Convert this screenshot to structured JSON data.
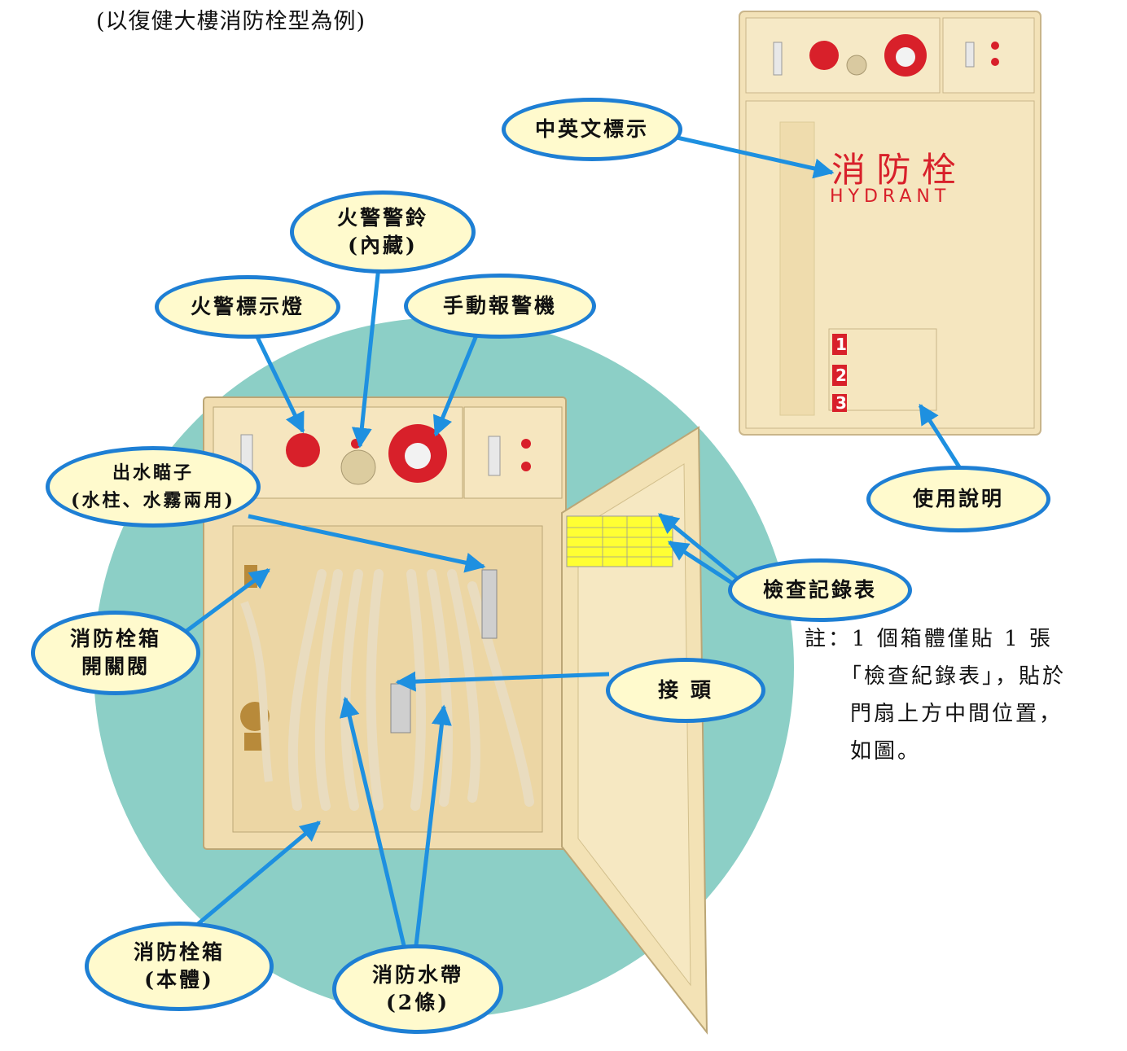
{
  "header": {
    "title": "(以復健大樓消防栓型為例)"
  },
  "callouts": {
    "chinese_english_sign": "中英文標示",
    "fire_bell": {
      "line1": "火警警鈴",
      "line2": "(內藏)"
    },
    "fire_indicator_light": "火警標示燈",
    "manual_alarm": "手動報警機",
    "nozzle": {
      "line1": "出水瞄子",
      "line2": "(水柱、水霧兩用)"
    },
    "cabinet_valve": {
      "line1": "消防栓箱",
      "line2": "開關閥"
    },
    "coupling": "接 頭",
    "inspection_record": "檢查記錄表",
    "usage_instructions": "使用說明",
    "cabinet_body": {
      "line1": "消防栓箱",
      "line2": "(本體)"
    },
    "fire_hose": {
      "line1": "消防水帶",
      "line2": "(2條)"
    }
  },
  "cabinet_sign": {
    "chinese": "消 防 栓",
    "english": "HYDRANT",
    "steps": [
      "1",
      "2",
      "3"
    ]
  },
  "note": {
    "line1": "註：1 個箱體僅貼 1 張",
    "line2": "「檢查紀錄表」，貼於",
    "line3": "門扇上方中間位置，",
    "line4": "如圖。"
  },
  "colors": {
    "callout_border": "#1e7fd4",
    "callout_fill": "#fffacd",
    "arrow": "#1e90e0",
    "cabinet": "#f1ddb0",
    "teal_circle": "#8ccfc6",
    "alarm_red": "#d8202a",
    "record_sheet": "#ffff33"
  }
}
